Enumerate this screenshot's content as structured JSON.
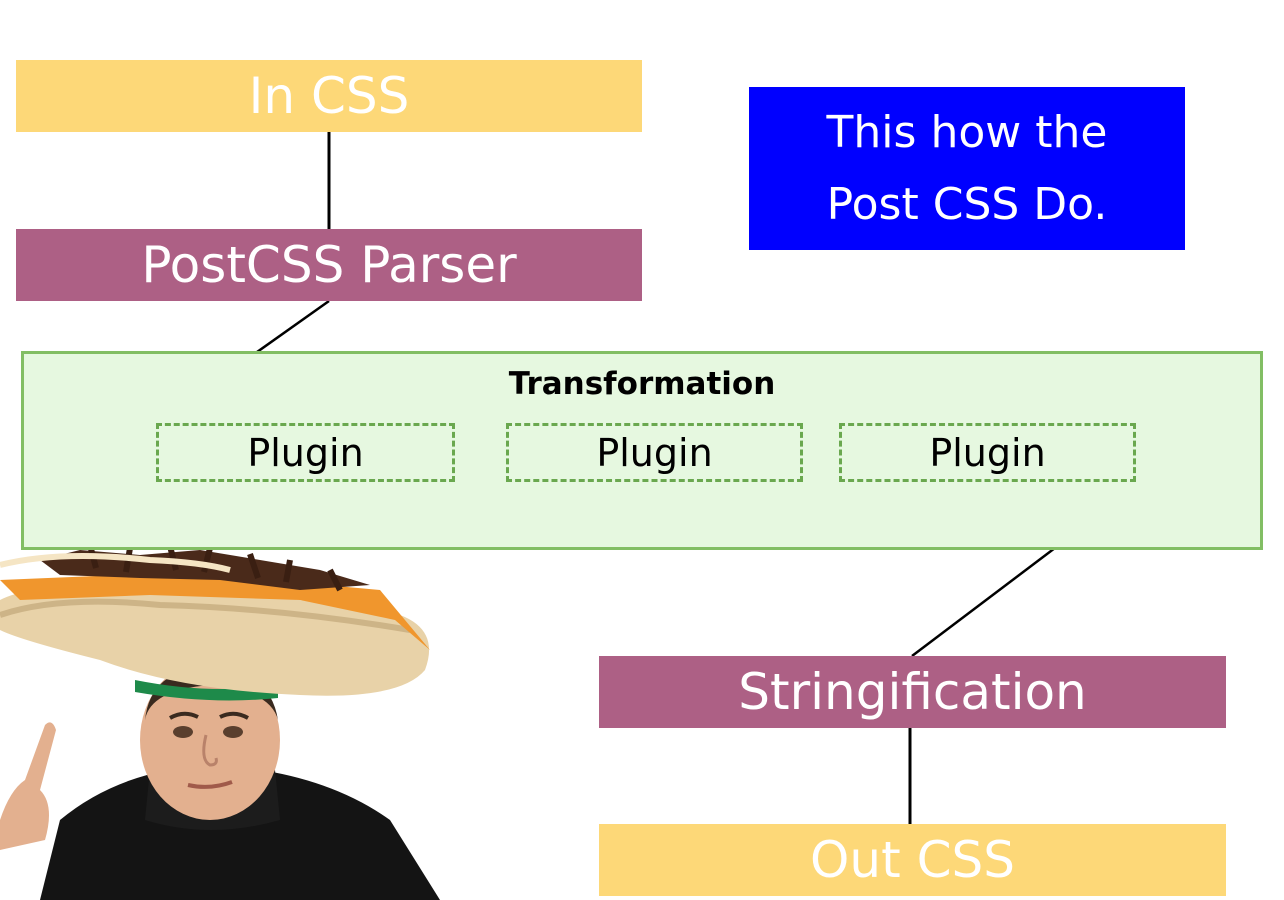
{
  "nodes": {
    "in_css": "In CSS",
    "parser": "PostCSS Parser",
    "stringify": "Stringification",
    "out_css": "Out CSS"
  },
  "note": {
    "line1": "This how the",
    "line2": "Post CSS Do."
  },
  "transformation": {
    "title": "Transformation",
    "plugins": [
      "Plugin",
      "Plugin",
      "Plugin"
    ]
  },
  "colors": {
    "input_output": "#fdd878",
    "stage": "#ad6085",
    "note_bg": "#0000ff",
    "group_bg": "#e6f8e0",
    "group_border": "#82be64",
    "plugin_border": "#6aa84f"
  }
}
